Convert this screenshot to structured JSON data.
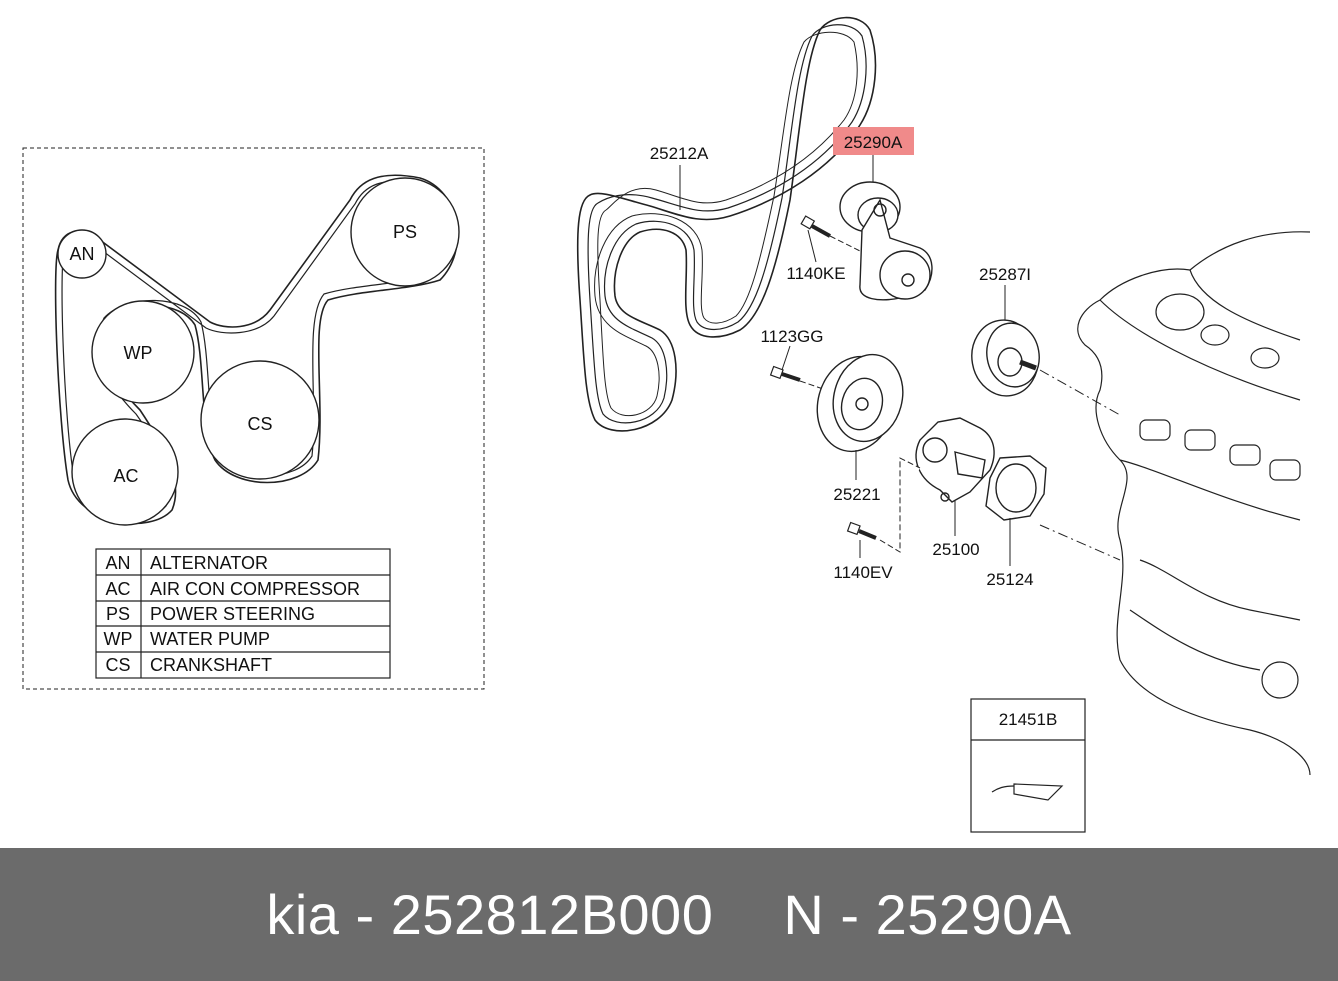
{
  "layout_diagram": {
    "pulleys": [
      "AN",
      "PS",
      "WP",
      "CS",
      "AC"
    ],
    "legend": [
      {
        "code": "AN",
        "name": "ALTERNATOR"
      },
      {
        "code": "AC",
        "name": "AIR CON COMPRESSOR"
      },
      {
        "code": "PS",
        "name": "POWER STEERING"
      },
      {
        "code": "WP",
        "name": "WATER PUMP"
      },
      {
        "code": "CS",
        "name": "CRANKSHAFT"
      }
    ]
  },
  "part_labels": {
    "belt": "25212A",
    "tensioner": "25290A",
    "bolt_tensioner": "1140KE",
    "idler": "25287I",
    "bolt_pulley": "1123GG",
    "pulley": "25221",
    "water_pump": "25100",
    "gasket": "25124",
    "bolt_pump": "1140EV",
    "sealant": "21451B"
  },
  "highlight_color": "#f08a8a",
  "footer": {
    "brand_part": "kia - 252812B000",
    "ref": "N - 25290A"
  }
}
